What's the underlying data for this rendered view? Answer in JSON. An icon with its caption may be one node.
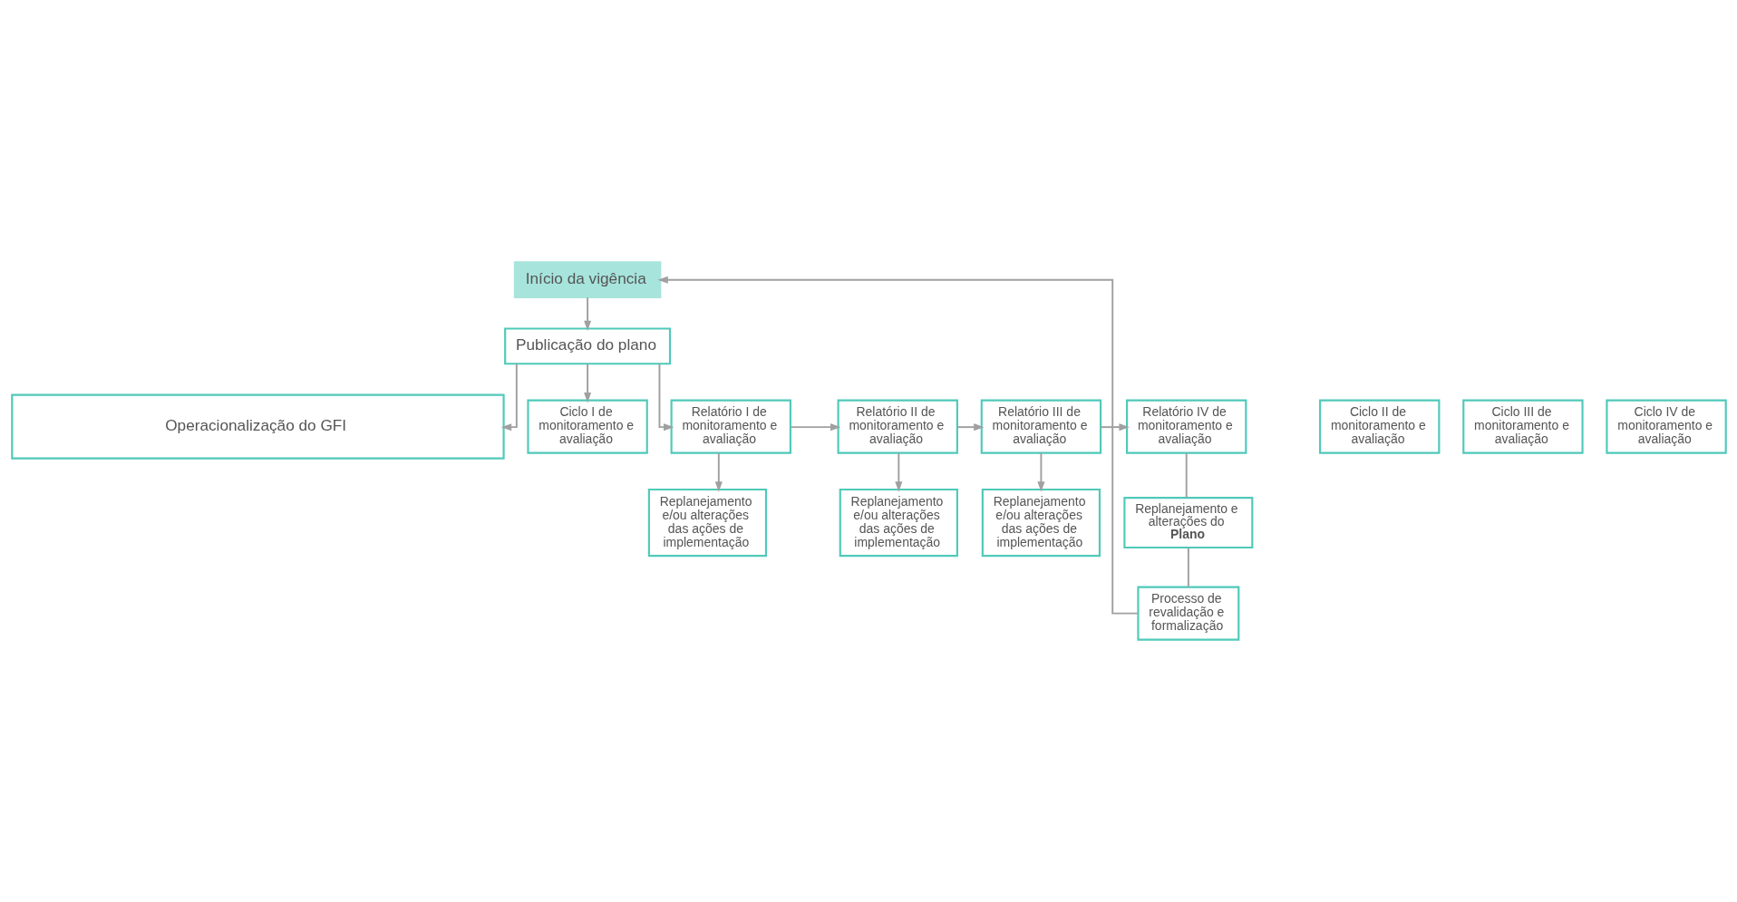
{
  "diagram": {
    "nodes": [
      {
        "text": [
          "Início da vigência"
        ]
      },
      {
        "text": [
          "Publicação do plano"
        ]
      },
      {
        "text": [
          "Operacionalização do GFI"
        ]
      },
      {
        "text": [
          "Ciclo I de monitoramento e avaliação"
        ]
      },
      {
        "text": [
          "Ciclo II de monitoramento e avaliação"
        ]
      },
      {
        "text": [
          "Ciclo III de monitoramento e avaliação"
        ]
      },
      {
        "text": [
          "Ciclo IV de monitoramento e avaliação"
        ]
      },
      {
        "text": [
          "Relatório I de monitoramento e avaliação"
        ]
      },
      {
        "text": [
          "Relatório II de monitoramento e avaliação"
        ]
      },
      {
        "text": [
          "Relatório III de monitoramento e avaliação"
        ]
      },
      {
        "text": [
          "Relatório IV de monitoramento e avaliação"
        ]
      },
      {
        "text": [
          "Replanejamento e/ou alterações das ações de implementação"
        ]
      },
      {
        "text": [
          "Replanejamento e/ou alterações das ações de implementação"
        ]
      },
      {
        "text": [
          "Replanejamento e/ou alterações das ações de implementação"
        ]
      },
      {
        "text": [
          "Replanejamento e alterações do **Plano**"
        ]
      },
      {
        "text": [
          "Processo de revalidação e formalização"
        ]
      }
    ],
    "edges": [
      {
        "from": 15,
        "to": 0,
        "arrow": "to"
      },
      {
        "from": 0,
        "to": 1,
        "arrow": "to"
      },
      {
        "from": 1,
        "to": 2,
        "arrow": "to"
      },
      {
        "from": 1,
        "to": 3,
        "arrow": "to"
      },
      {
        "from": 1,
        "to": 7,
        "arrow": "to"
      },
      {
        "from": 7,
        "to": 8,
        "arrow": "to"
      },
      {
        "from": 8,
        "to": 9,
        "arrow": "to"
      },
      {
        "from": 9,
        "to": 10,
        "arrow": "to"
      },
      {
        "from": 7,
        "to": 11,
        "arrow": "to"
      },
      {
        "from": 8,
        "to": 12,
        "arrow": "to"
      },
      {
        "from": 9,
        "to": 13,
        "arrow": "to"
      },
      {
        "from": 10,
        "to": 14,
        "arrow": "none"
      },
      {
        "from": 14,
        "to": 15,
        "arrow": "none"
      }
    ]
  }
}
